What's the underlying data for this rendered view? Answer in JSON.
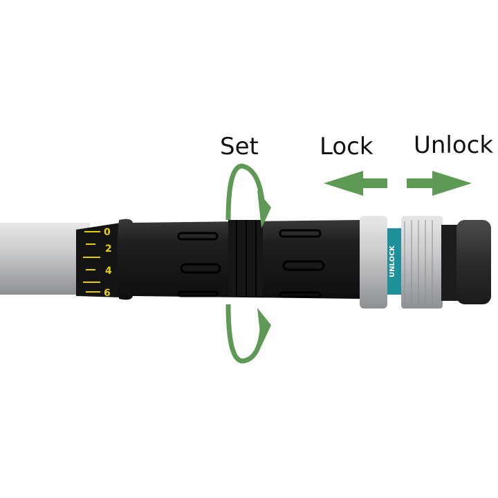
{
  "labels": {
    "set": "Set",
    "lock": "Lock",
    "unlock": "Unlock"
  },
  "collar_text": "UNLOCK",
  "scale_numbers": [
    "0",
    "2",
    "4",
    "6"
  ],
  "colors": {
    "arrow": "#5e9a55",
    "grip": "#1c1c1c",
    "teal": "#1f8f9a",
    "scale": "#e8d000",
    "metal": "#b9bcbf"
  }
}
